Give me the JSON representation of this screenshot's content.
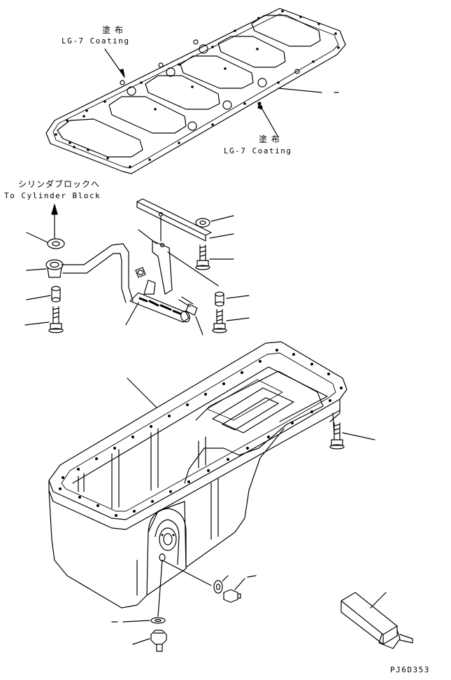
{
  "annotations": {
    "coating_top_jp": "塗 布",
    "coating_top_en": "LG-7 Coating",
    "coating_right_jp": "塗 布",
    "coating_right_en": "LG-7 Coating",
    "cylinder_jp": "シリンダブロックへ",
    "cylinder_en": "To Cylinder Block"
  },
  "drawing_code": "PJ6D353",
  "colors": {
    "line": "#000000",
    "paper": "#ffffff"
  }
}
